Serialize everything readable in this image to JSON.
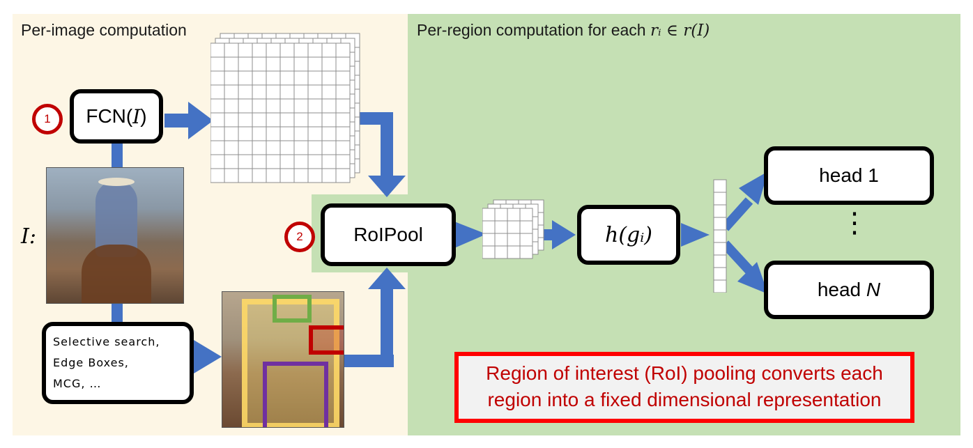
{
  "panels": {
    "per_image": {
      "label": "Per-image computation",
      "bg": "#fdf6e5"
    },
    "per_region": {
      "label_prefix": "Per-region computation for each ",
      "label_math": "rᵢ ∈ r(I)",
      "bg": "#c5e0b4"
    }
  },
  "boxes": {
    "fcn": {
      "prefix": "FCN(",
      "var": "I",
      "suffix": ")"
    },
    "proposals": {
      "lines": [
        "Selective search,",
        "Edge Boxes,",
        "MCG, …"
      ]
    },
    "roipool": "RoIPool",
    "head_fn": {
      "text": "h(gᵢ)"
    },
    "head1": "head 1",
    "headN": {
      "prefix": "head ",
      "var": "N"
    },
    "dots": "⋮"
  },
  "markers": {
    "step1": "1",
    "step2": "2"
  },
  "image_label": "I:",
  "callout": {
    "lines": [
      "Region of interest (RoI) pooling converts each",
      "region into a fixed dimensional representation"
    ]
  },
  "colors": {
    "arrow": "#4472c4",
    "marker": "#c00000",
    "callout_border": "#ff0000",
    "callout_text": "#c00000",
    "region_yellow": "#ffd966",
    "region_green": "#70ad47",
    "region_red": "#c00000",
    "region_purple": "#7030a0"
  }
}
